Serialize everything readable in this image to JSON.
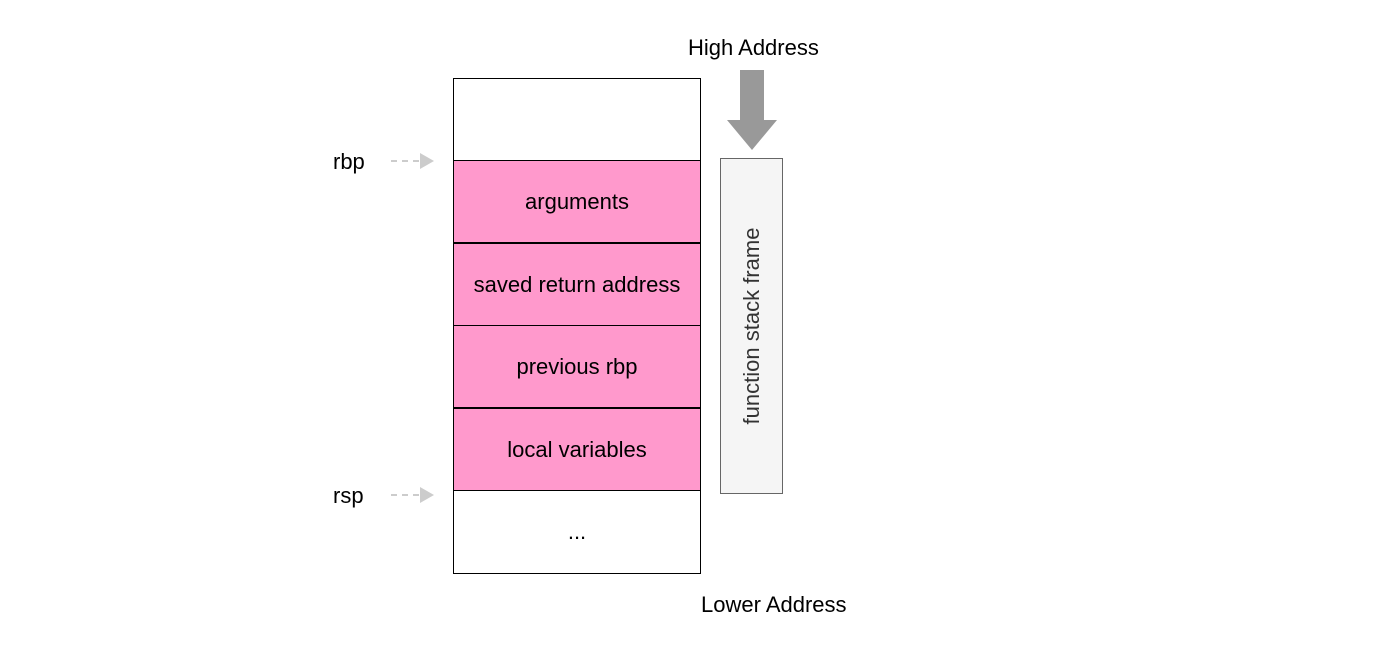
{
  "labels": {
    "high_address": "High Address",
    "lower_address": "Lower Address",
    "rbp": "rbp",
    "rsp": "rsp",
    "frame": "function stack frame"
  },
  "stack": {
    "cells": [
      {
        "text": "",
        "fill": "white"
      },
      {
        "text": "arguments",
        "fill": "pink"
      },
      {
        "text": "saved return address",
        "fill": "pink"
      },
      {
        "text": "previous rbp",
        "fill": "pink"
      },
      {
        "text": "local variables",
        "fill": "pink"
      },
      {
        "text": "...",
        "fill": "white"
      }
    ]
  },
  "colors": {
    "frame_fill": "#ff99cc",
    "arrow_gray": "#999999",
    "pointer_gray": "#cccccc",
    "frame_box_fill": "#f5f5f5",
    "frame_box_border": "#666666"
  },
  "icons": {
    "down_arrow": "arrow-down-icon",
    "pointer": "dashed-arrow-right-icon"
  }
}
